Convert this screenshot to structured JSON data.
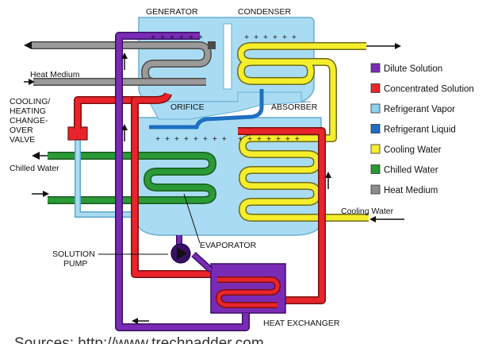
{
  "labels": {
    "generator": "GENERATOR",
    "condenser": "CONDENSER",
    "heat_medium": "Heat Medium",
    "cooling_valve_1": "COOLING/",
    "cooling_valve_2": "HEATING",
    "cooling_valve_3": "CHANGE-",
    "cooling_valve_4": "OVER",
    "cooling_valve_5": "VALVE",
    "orifice": "ORIFICE",
    "absorber": "ABSORBER",
    "chilled_water": "Chilled Water",
    "cooling_water": "Cooling Water",
    "evaporator": "EVAPORATOR",
    "solution_pump_1": "SOLUTION",
    "solution_pump_2": "PUMP",
    "heat_exchanger": "HEAT EXCHANGER"
  },
  "legend": [
    {
      "label": "Dilute Solution",
      "color": "#7a2bb5"
    },
    {
      "label": "Concentrated Solution",
      "color": "#e8242a"
    },
    {
      "label": "Refrigerant Vapor",
      "color": "#8fd0ee"
    },
    {
      "label": "Refrigerant Liquid",
      "color": "#1d6fc2"
    },
    {
      "label": "Cooling Water",
      "color": "#f5ee2a"
    },
    {
      "label": "Chilled Water",
      "color": "#2a9a37"
    },
    {
      "label": "Heat Medium",
      "color": "#8c8c8c"
    }
  ],
  "source": "Sources: http://www.trechnadder.com"
}
